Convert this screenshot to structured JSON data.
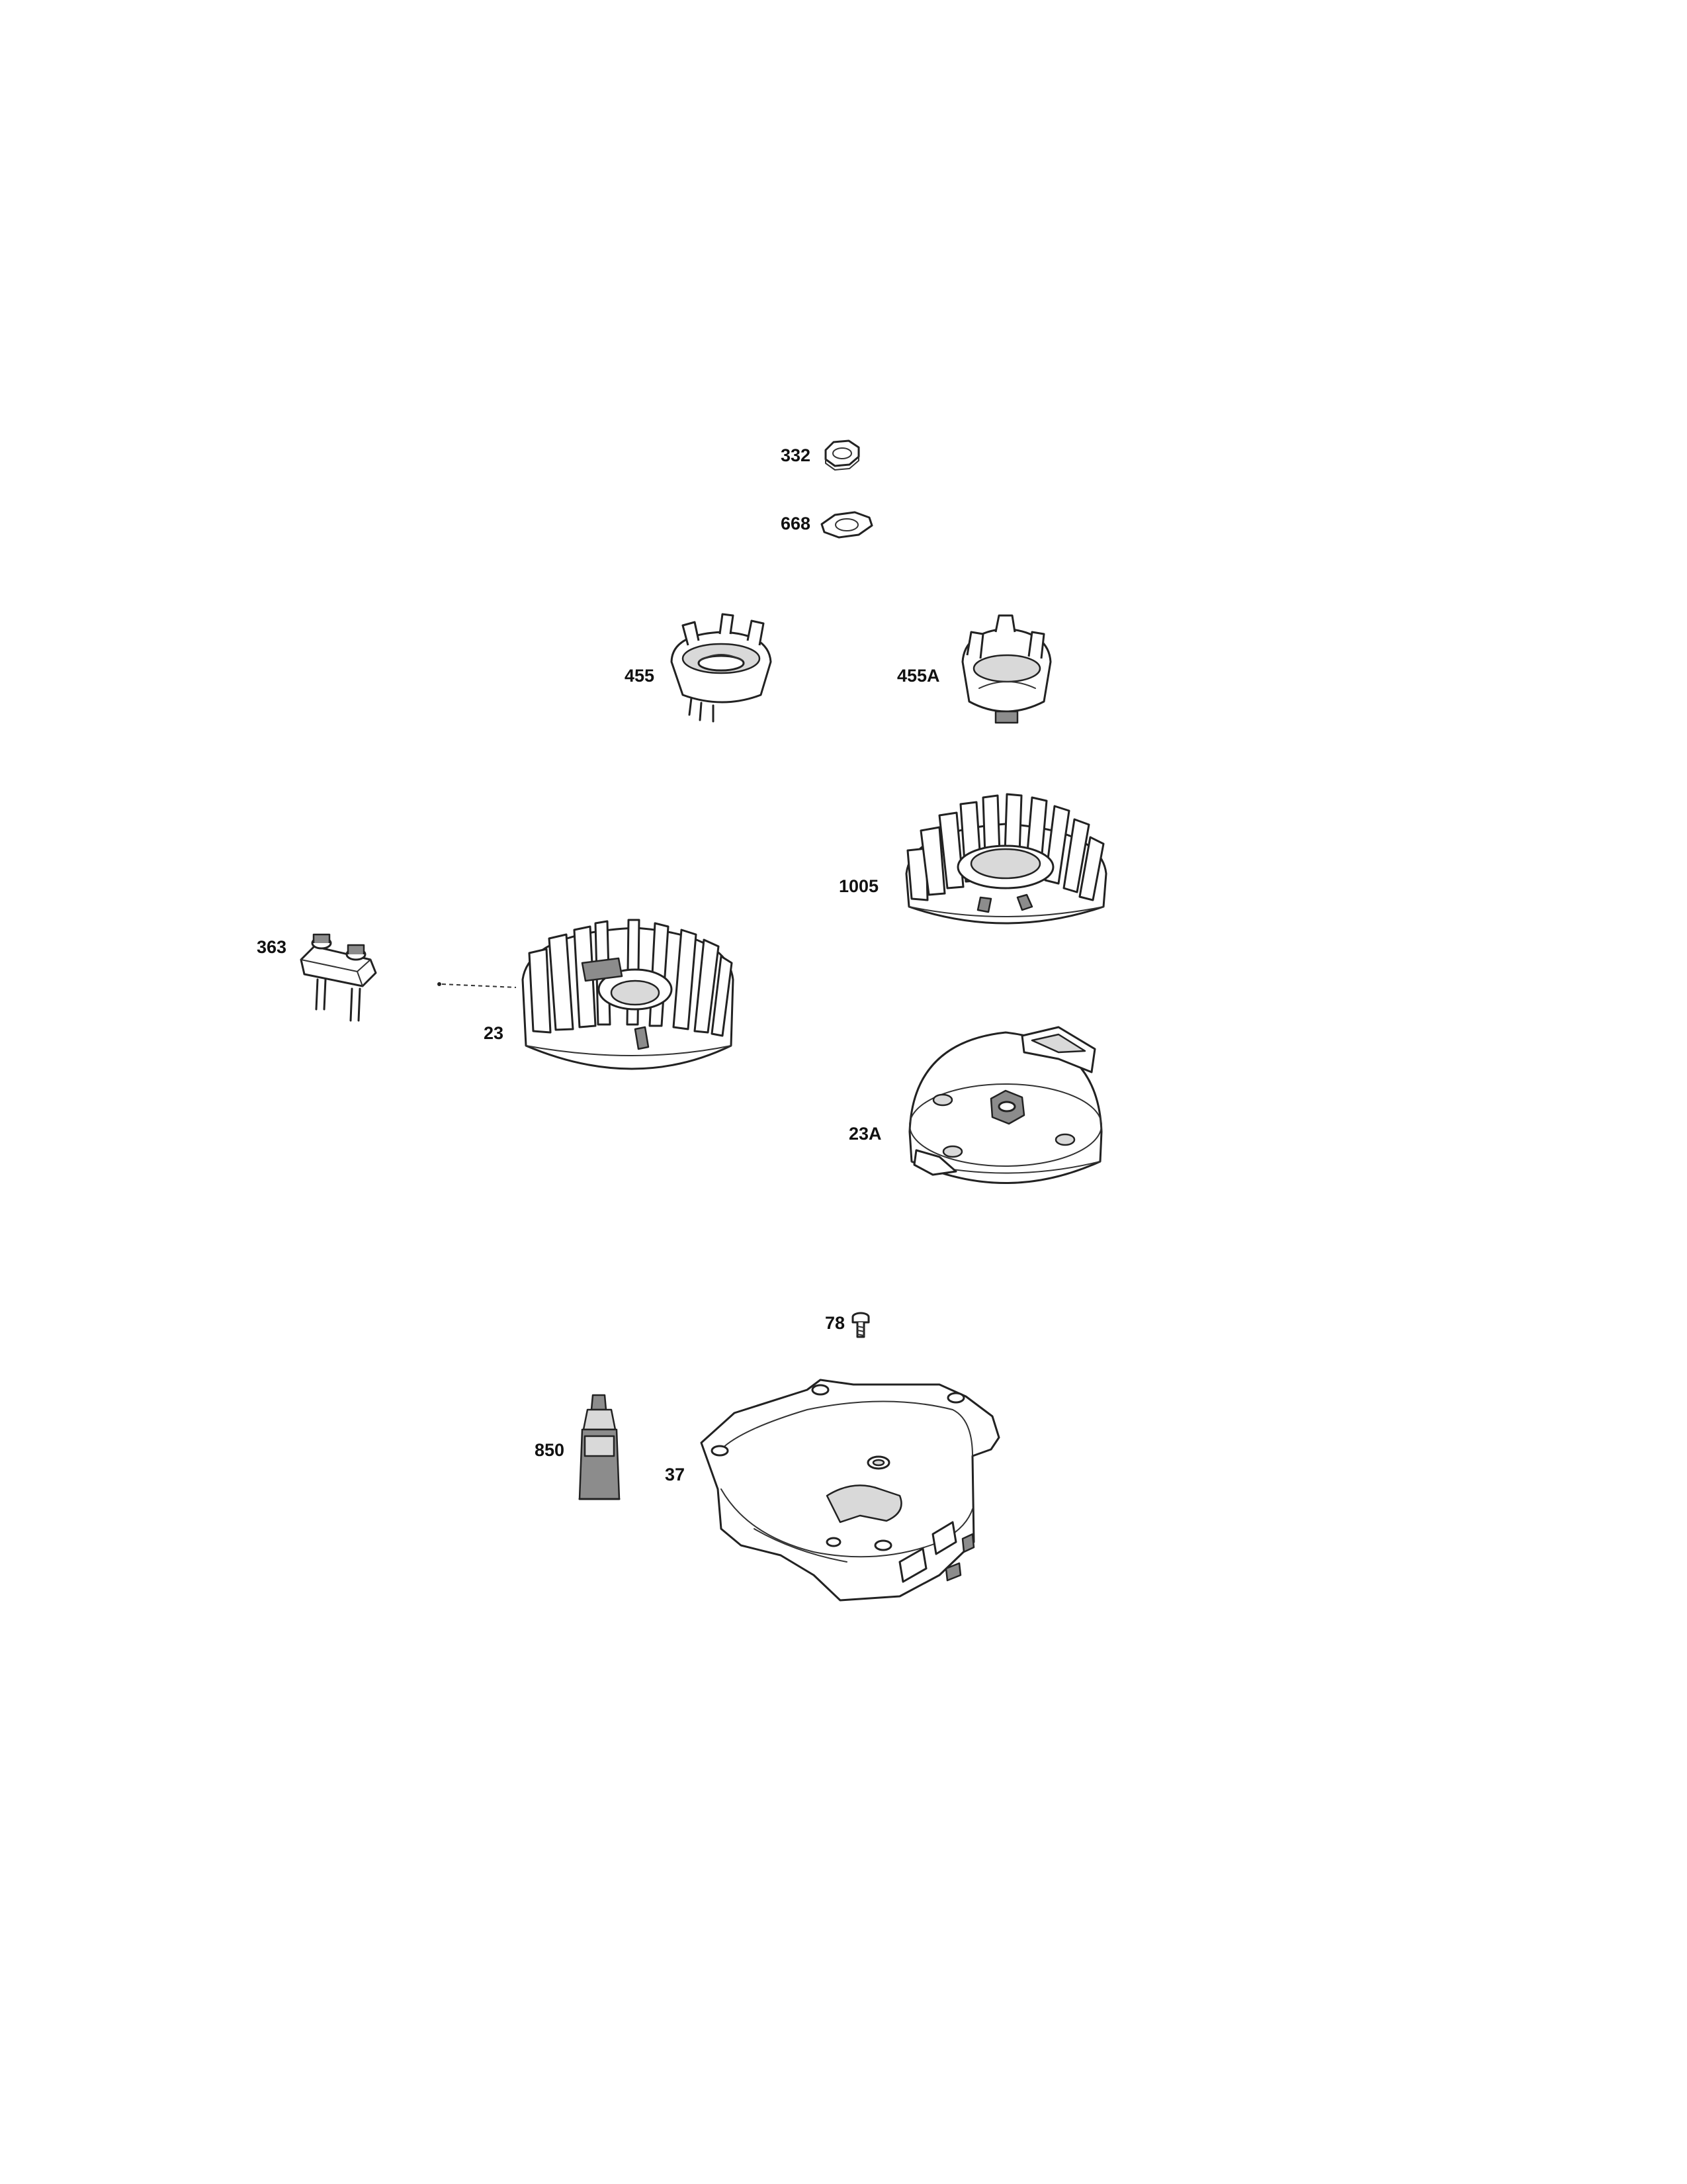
{
  "diagram": {
    "parts": [
      {
        "id": "part-332",
        "label": "332",
        "icon": "hex-nut-icon"
      },
      {
        "id": "part-668",
        "label": "668",
        "icon": "washer-icon"
      },
      {
        "id": "part-455",
        "label": "455",
        "icon": "starter-cup-icon"
      },
      {
        "id": "part-455A",
        "label": "455A",
        "icon": "starter-cup-icon"
      },
      {
        "id": "part-1005",
        "label": "1005",
        "icon": "fan-icon"
      },
      {
        "id": "part-363",
        "label": "363",
        "icon": "key-screw-icon"
      },
      {
        "id": "part-23",
        "label": "23",
        "icon": "flywheel-icon"
      },
      {
        "id": "part-23A",
        "label": "23A",
        "icon": "flywheel-icon"
      },
      {
        "id": "part-78",
        "label": "78",
        "icon": "screw-icon"
      },
      {
        "id": "part-850",
        "label": "850",
        "icon": "tube-icon"
      },
      {
        "id": "part-37",
        "label": "37",
        "icon": "housing-icon"
      }
    ]
  }
}
